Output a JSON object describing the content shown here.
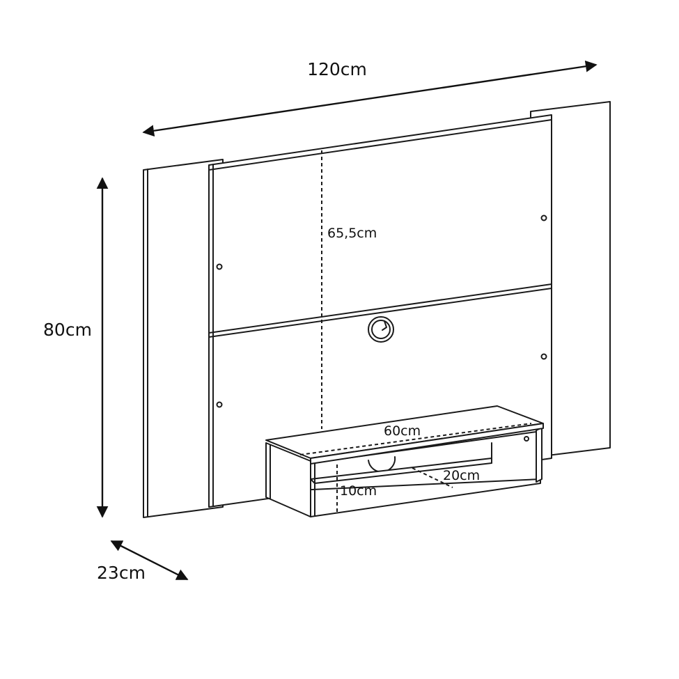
{
  "dimensions": {
    "width_label": "120cm",
    "height_label": "80cm",
    "depth_label": "23cm",
    "inner_height_label": "65,5cm",
    "shelf_width_label": "60cm",
    "shelf_depth_label": "20cm",
    "shelf_height_label": "10cm"
  },
  "colors": {
    "line": "#1a1a1a",
    "background": "#ffffff"
  }
}
